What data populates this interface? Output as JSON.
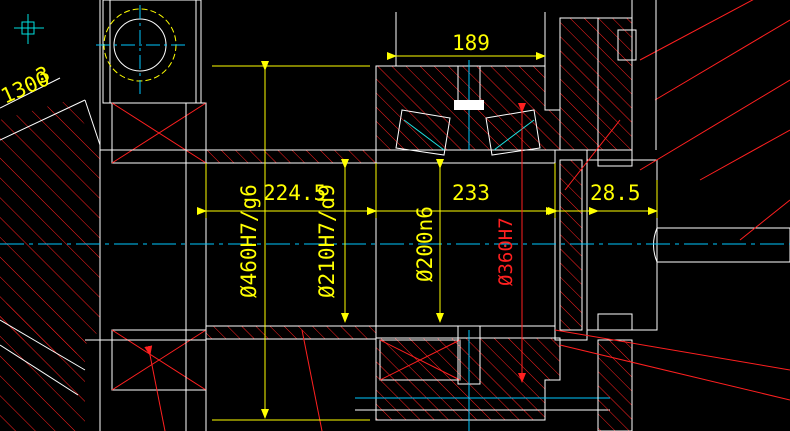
{
  "colors": {
    "background": "#000000",
    "outline": "#ffffff",
    "dimension": "#ffff00",
    "hatch": "#ff2020",
    "centerline": "#00c8ff",
    "bearing_axis": "#20e0e0",
    "leader": "#ff2020"
  },
  "labels": {
    "part_no": "1300",
    "part_no_tail": "3",
    "dim_189": "189",
    "dim_224_5": "224.5",
    "dim_233": "233",
    "dim_28_5": "28.5",
    "dia_460": "Ø460H7/g6",
    "dia_210": "Ø210H7/d9",
    "dia_200": "Ø200n6",
    "dia_360": "Ø360H7"
  },
  "icons": {
    "ucs": "crosshair-ucs-icon"
  }
}
